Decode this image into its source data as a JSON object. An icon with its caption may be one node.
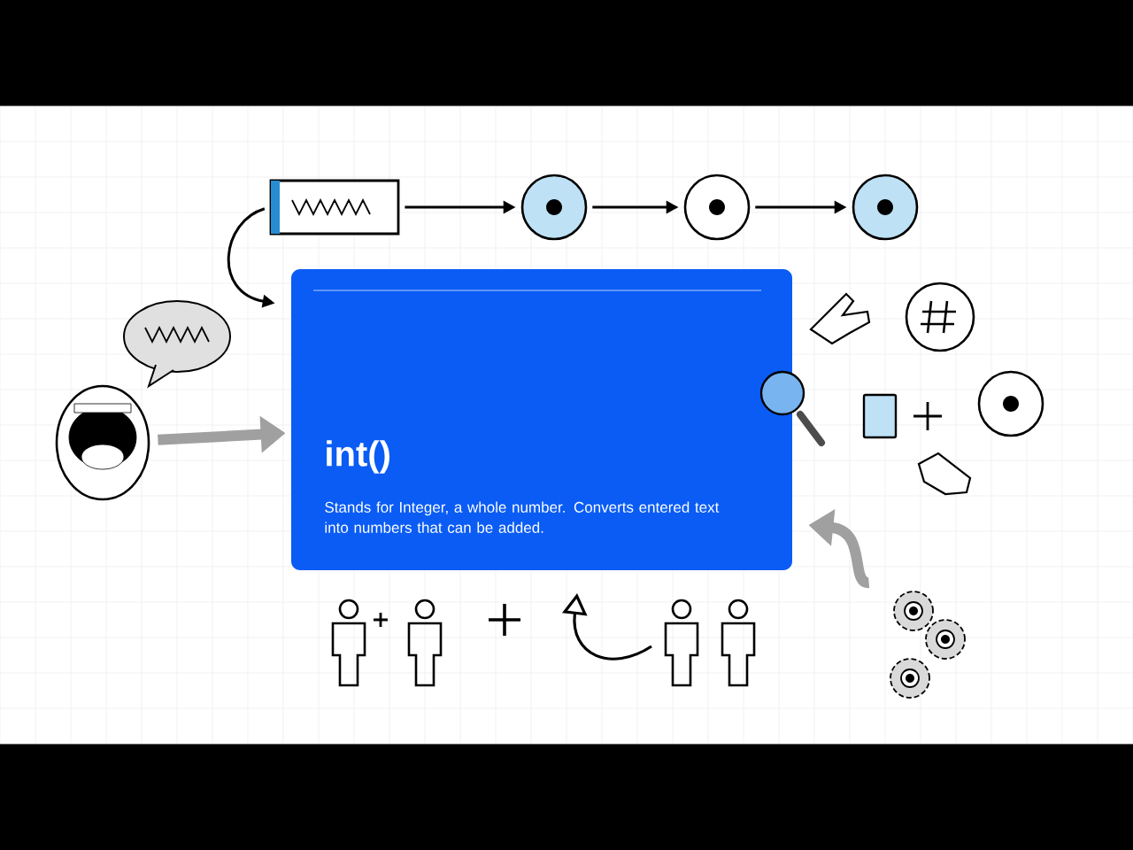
{
  "diagram": {
    "nodes": [
      {
        "text": [
          "int()",
          "Stands for Integer, a whole number. Converts entered text into numbers that can be added."
        ]
      },
      {
        "text": [],
        "shape": "box"
      },
      {
        "text": [],
        "shape": "circle"
      },
      {
        "text": [],
        "shape": "circle"
      },
      {
        "text": [],
        "shape": "circle"
      },
      {
        "text": [],
        "shape": "picture"
      },
      {
        "text": [],
        "shape": "picture"
      }
    ],
    "edges": [
      {
        "from": 1,
        "to": 2,
        "arrow": "to"
      },
      {
        "from": 2,
        "to": 3,
        "arrow": "to"
      },
      {
        "from": 3,
        "to": 4,
        "arrow": "to"
      },
      {
        "from": 1,
        "to": 0,
        "arrow": "to"
      },
      {
        "from": 5,
        "to": 0,
        "arrow": "to",
        "style": "thick",
        "color": "#a0a0a0"
      },
      {
        "from": 6,
        "to": 0,
        "arrow": "to",
        "style": "thick",
        "color": "#a0a0a0"
      }
    ]
  }
}
